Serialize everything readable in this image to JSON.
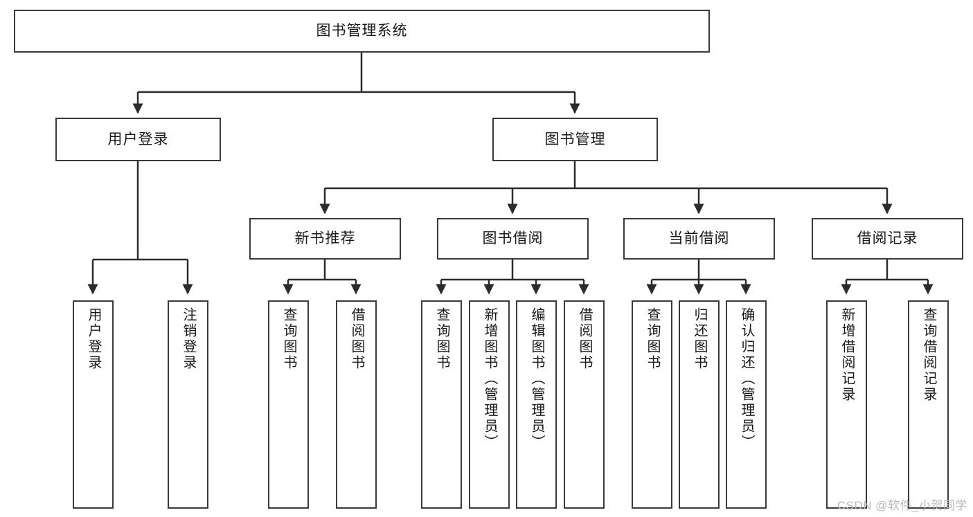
{
  "diagram": {
    "type": "hierarchy-tree",
    "title": "图书管理系统",
    "root": {
      "label": "图书管理系统"
    },
    "level2": [
      {
        "label": "用户登录"
      },
      {
        "label": "图书管理"
      }
    ],
    "level3": [
      {
        "label": "新书推荐"
      },
      {
        "label": "图书借阅"
      },
      {
        "label": "当前借阅"
      },
      {
        "label": "借阅记录"
      }
    ],
    "leaves": {
      "user_login": [
        {
          "label": "用户登录"
        },
        {
          "label": "注销登录"
        }
      ],
      "new_book_recommend": [
        {
          "label": "查询图书"
        },
        {
          "label": "借阅图书"
        }
      ],
      "book_borrow": [
        {
          "label": "查询图书"
        },
        {
          "label": "新增图书（管理员）"
        },
        {
          "label": "编辑图书（管理员）"
        },
        {
          "label": "借阅图书"
        }
      ],
      "current_borrow": [
        {
          "label": "查询图书"
        },
        {
          "label": "归还图书"
        },
        {
          "label": "确认归还（管理员）"
        }
      ],
      "borrow_record": [
        {
          "label": "新增借阅记录"
        },
        {
          "label": "查询借阅记录"
        }
      ]
    }
  },
  "watermark": {
    "text": "CSDN @软件_小贺同学"
  },
  "colors": {
    "box_border": "#3a3a3a",
    "edge": "#2b2b2b",
    "background": "#ffffff",
    "text": "#1a1a1a",
    "watermark": "#b9b9b9"
  }
}
